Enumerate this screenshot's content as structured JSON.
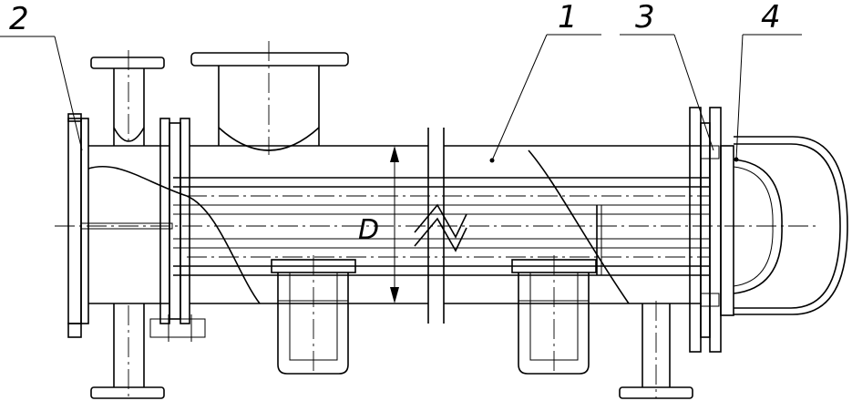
{
  "labels": {
    "shell": "1",
    "left_chamber": "2",
    "tube_sheet": "3",
    "floating_head": "4"
  },
  "dimension": {
    "diameter": "D"
  },
  "colors": {
    "line": "#000000",
    "background": "#ffffff"
  }
}
